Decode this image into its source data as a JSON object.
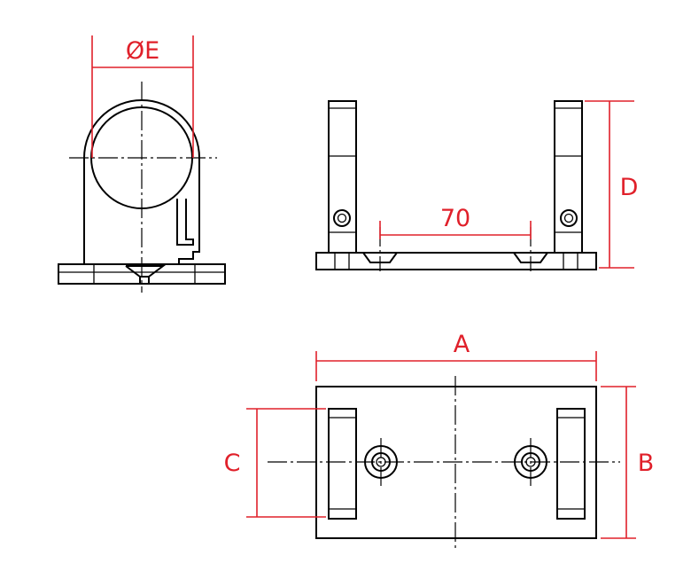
{
  "labels": {
    "diameter": "ØE",
    "hole_spacing": "70",
    "length": "A",
    "width": "B",
    "clamp_width": "C",
    "height": "D"
  },
  "colors": {
    "dimension": "#e0202a",
    "outline": "#000000",
    "background": "#ffffff"
  }
}
